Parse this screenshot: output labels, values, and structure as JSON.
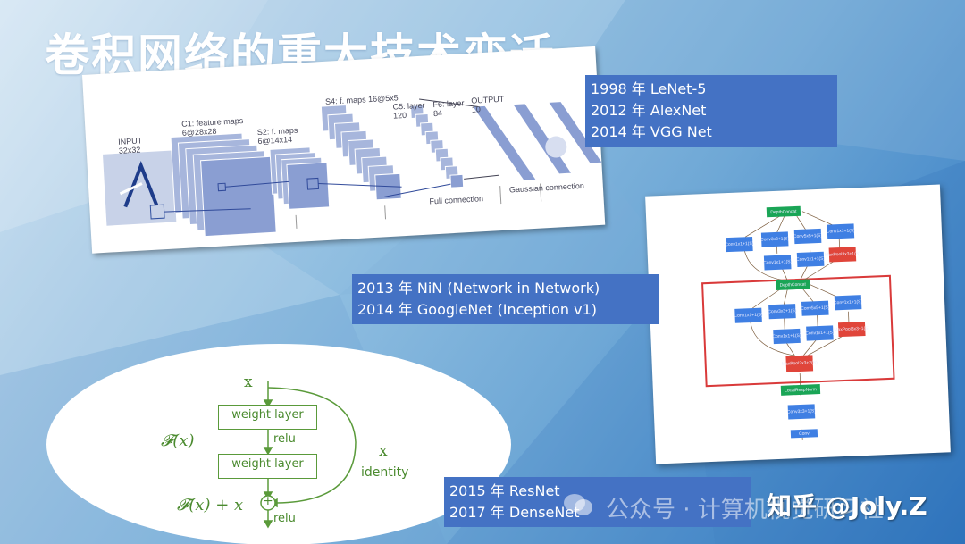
{
  "slide": {
    "title": "卷积网络的重大技术变迁",
    "colors": {
      "box_blue": "#4472c4",
      "res_green": "#4a8a2e",
      "gnet_conv": "#3f7fe3",
      "gnet_pool": "#e0453a",
      "gnet_concat": "#1aa556",
      "gnet_frame": "#d93a3a"
    }
  },
  "timeline_boxes": [
    {
      "id": "box1",
      "lines": [
        "1998 年 LeNet-5",
        "2012 年 AlexNet",
        "2014 年 VGG Net"
      ]
    },
    {
      "id": "box2",
      "lines": [
        "2013 年 NiN (Network in Network)",
        "2014 年 GoogleNet (Inception v1)"
      ]
    },
    {
      "id": "box3",
      "lines": [
        "2015 年 ResNet",
        "2017 年 DenseNet"
      ]
    }
  ],
  "lenet_figure": {
    "labels": {
      "input": "INPUT",
      "input_size": "32x32",
      "c1": "C1: feature maps",
      "c1_size": "6@28x28",
      "s2": "S2: f. maps",
      "s2_size": "6@14x14",
      "s4": "S4: f. maps 16@5x5",
      "c5": "C5: layer",
      "c5_size": "120",
      "f6": "F6: layer",
      "f6_size": "84",
      "output": "OUTPUT",
      "output_size": "10",
      "full_connection": "Full connection",
      "gaussian": "Gaussian connection"
    }
  },
  "googlenet_figure": {
    "nodes": {
      "depthconcat": "DepthConcat",
      "conv": "Conv",
      "c1x1": "1x1+1(S)",
      "c3x3": "3x3+1(S)",
      "c5x5": "5x5+1(S)",
      "maxpool": "MaxPool",
      "mp3x3_1": "3x3+1(S)",
      "mp3x3_2": "3x3+2(S)",
      "lrn": "LocalRespNorm"
    }
  },
  "resnet_figure": {
    "x_top": "x",
    "weight_layer": "weight layer",
    "relu": "relu",
    "fx": "𝓕(x)",
    "fx_plus_x": "𝓕(x) + x",
    "identity_x": "x",
    "identity": "identity",
    "plus": "+"
  },
  "watermarks": {
    "wechat": "公众号 · 计算机视觉研习社",
    "zhihu": "知乎 @Joly.Z"
  }
}
